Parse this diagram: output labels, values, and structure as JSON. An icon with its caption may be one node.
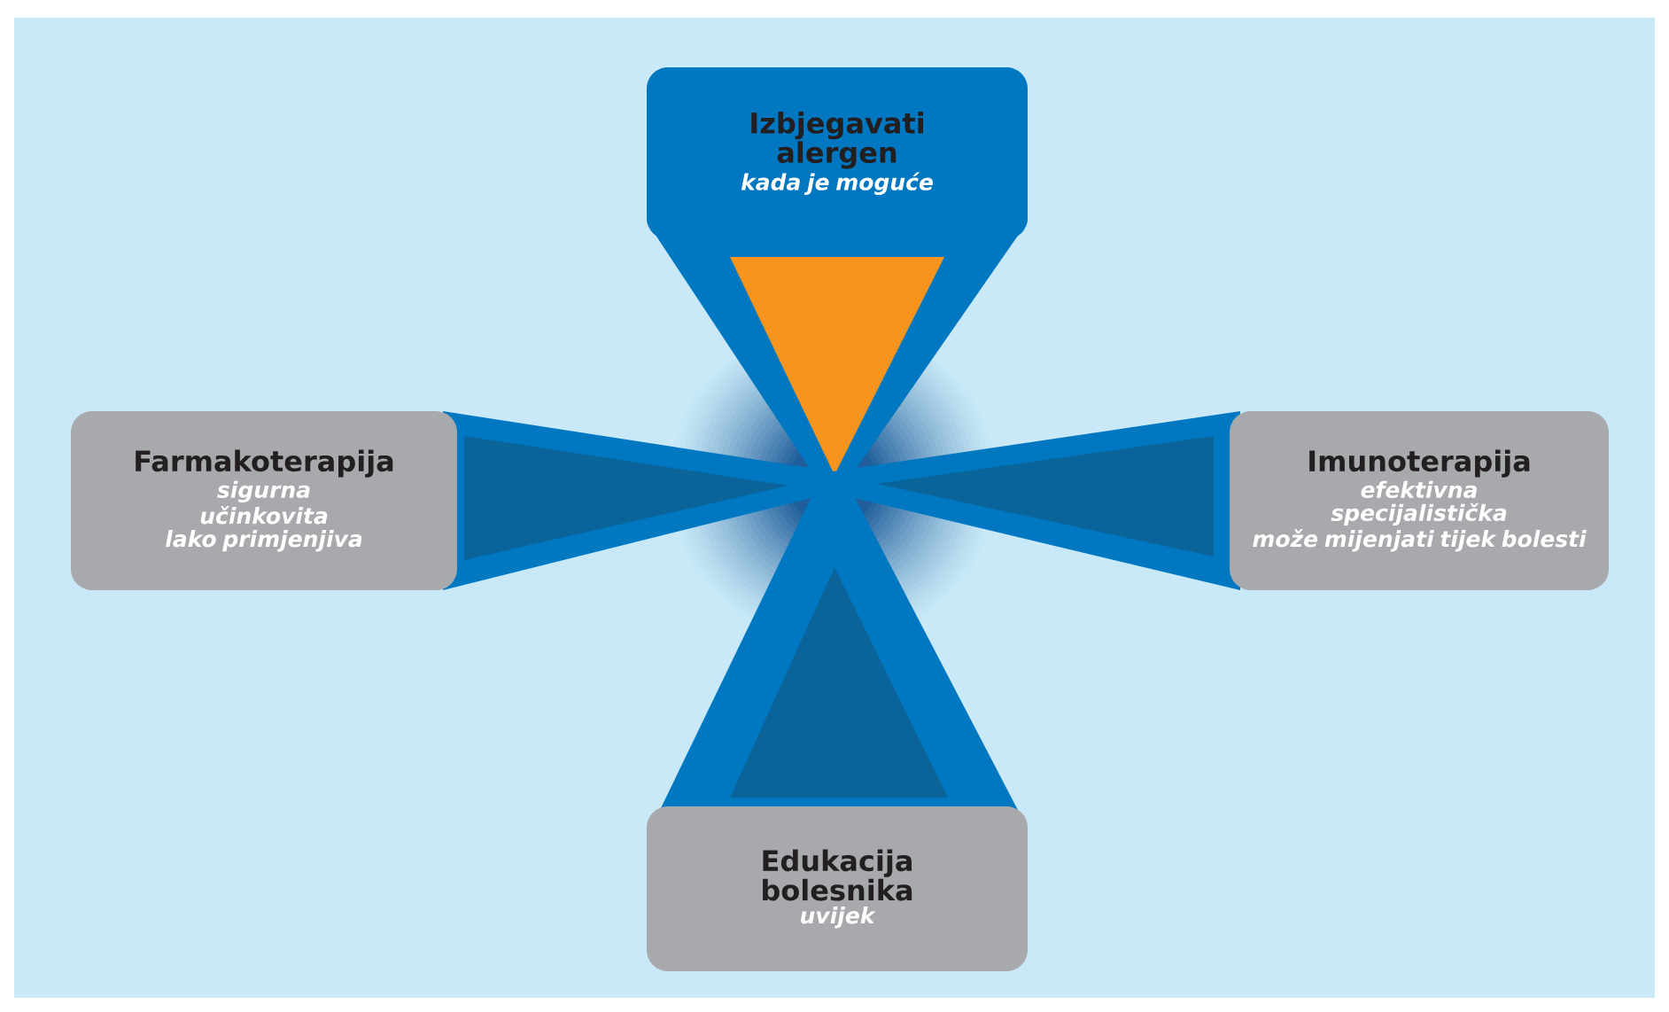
{
  "diagram": {
    "nodes": [
      {
        "text": [
          "Izbjegavati alergen",
          "kada je moguće"
        ]
      },
      {
        "text": [
          "Farmakoterapija",
          "sigurna",
          "učinkovita",
          "lako primjenjiva"
        ]
      },
      {
        "text": [
          "Imunoterapija",
          "efektivna",
          "specijalistička",
          "može mijenjati tijek bolesti"
        ]
      },
      {
        "text": [
          "Edukacija bolesnika",
          "uvijek"
        ]
      }
    ]
  }
}
